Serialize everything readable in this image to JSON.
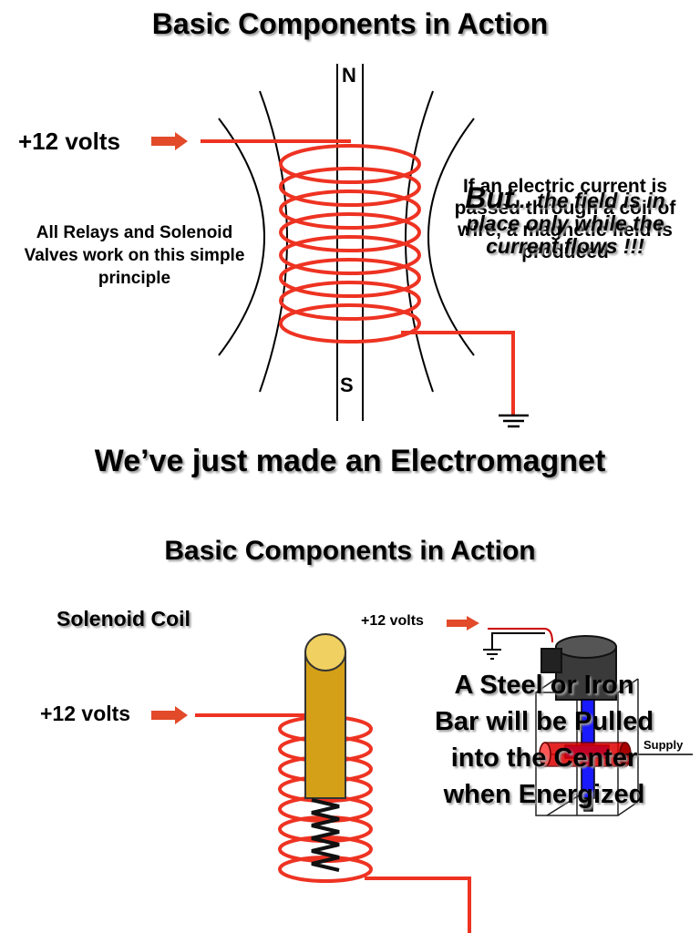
{
  "slide1": {
    "title": "Basic Components in Action",
    "voltage_label": "+12 volts",
    "pole_north": "N",
    "pole_south": "S",
    "principle_text": "All Relays and Solenoid Valves work on this simple principle",
    "current_text": "If an electric current is passed through a coil of wire, a magnetic field is produced",
    "but_word": "But",
    "but_text": "... the field is in place only while the current flows !!!",
    "conclusion": "We’ve just made an Electromagnet"
  },
  "slide2": {
    "title": "Basic Components in Action",
    "coil_label": "Solenoid Coil",
    "voltage_label_left": "+12 volts",
    "voltage_label_right": "+12 volts",
    "supply_label": "Supply",
    "caption_lines": [
      "A Steel or Iron",
      "Bar will be Pulled",
      "into the Center",
      "when Energized"
    ]
  },
  "colors": {
    "coil": "#ee3322",
    "wire_arrow": "#e24a2a",
    "plunger": "#d4a017",
    "valve_body": "#3a3a3a",
    "stem": "#1a1aff",
    "valve_port": "#e00000"
  }
}
